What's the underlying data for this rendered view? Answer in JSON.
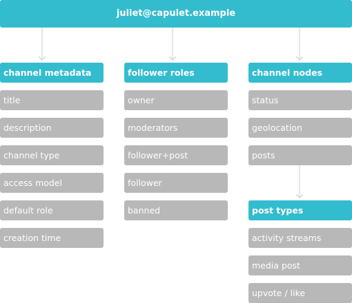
{
  "root": {
    "label": "juliet@capulet.example"
  },
  "columns": [
    {
      "header": "channel metadata",
      "items": [
        "title",
        "description",
        "channel type",
        "access model",
        "default role",
        "creation time"
      ]
    },
    {
      "header": "follower roles",
      "items": [
        "owner",
        "moderators",
        "follower+post",
        "follower",
        "banned"
      ]
    },
    {
      "header": "channel nodes",
      "items": [
        "status",
        "geolocation",
        "posts"
      ]
    }
  ],
  "post_types": {
    "header": "post types",
    "items": [
      "activity streams",
      "media post",
      "upvote / like"
    ]
  },
  "colors": {
    "header": "#33bcce",
    "item": "#b8b8b8",
    "arrow": "#d9d9d9",
    "text": "#ffffff"
  }
}
